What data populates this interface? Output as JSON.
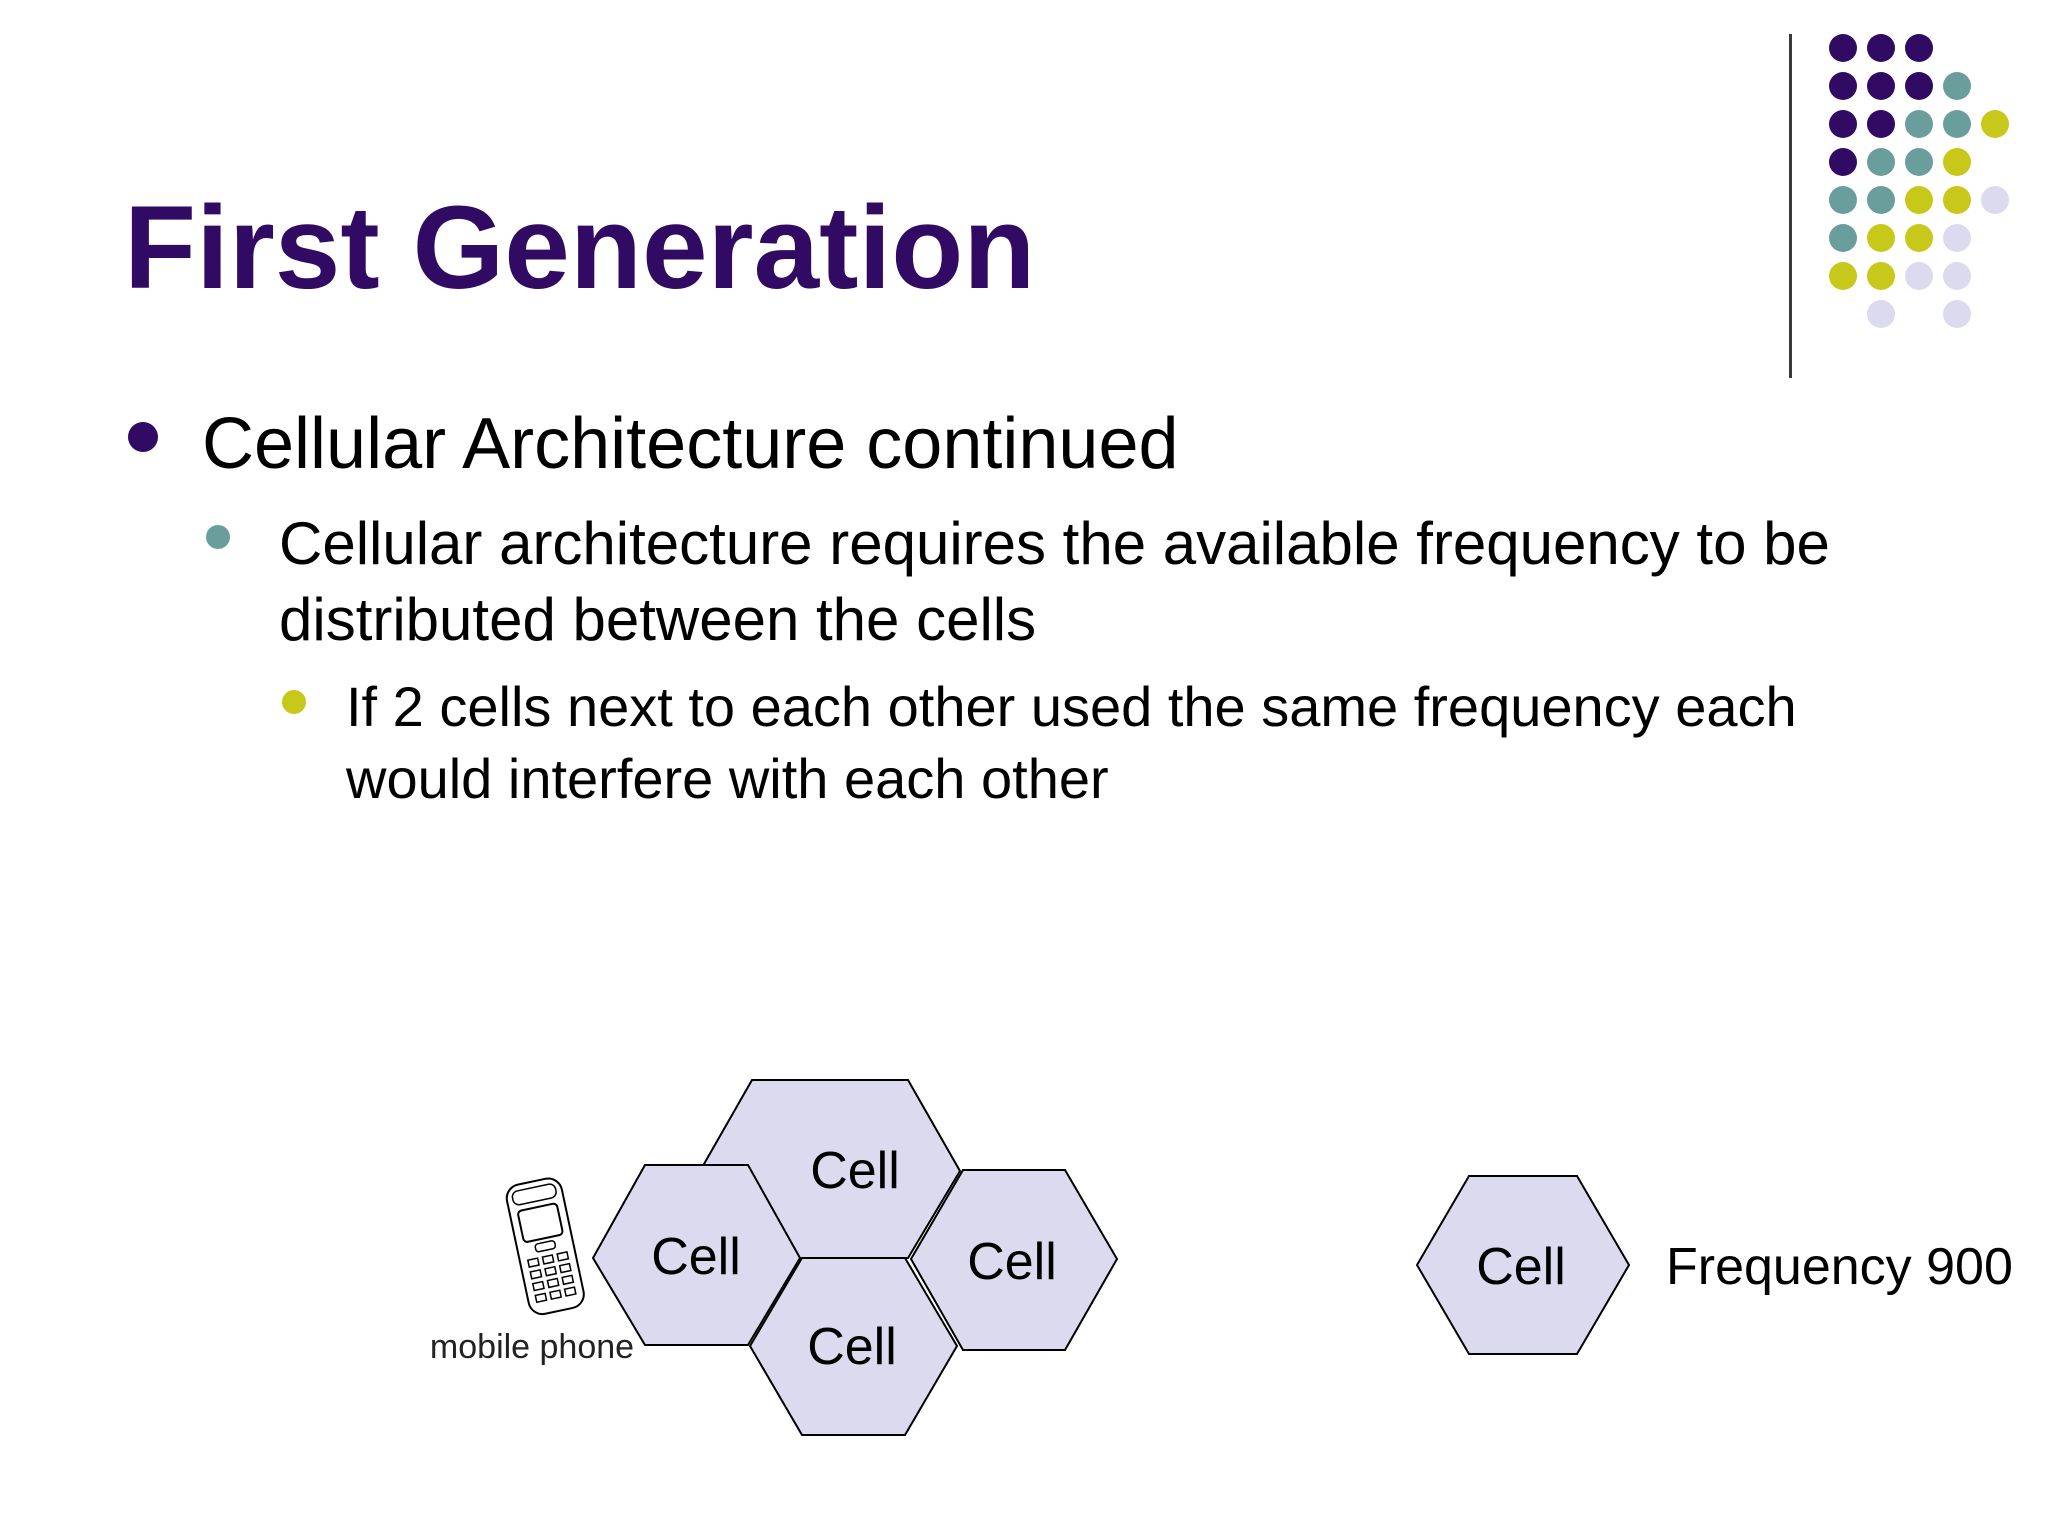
{
  "slide": {
    "title": "First Generation",
    "bullets": {
      "level1": "Cellular Architecture continued",
      "level2": [
        "Cellular architecture requires the available frequency to be",
        "distributed between the cells"
      ],
      "level3": [
        "If 2 cells next to each other used the same frequency each",
        "would interfere with each other"
      ]
    }
  },
  "diagram": {
    "cell_cluster": [
      "Cell",
      "Cell",
      "Cell",
      "Cell"
    ],
    "phone_label": "mobile phone",
    "single_cell": "Cell",
    "frequency_label": "Frequency 900"
  },
  "colors": {
    "title": "#300a63",
    "dot_purple": "#300a63",
    "dot_teal": "#6a9e9c",
    "dot_yellow": "#c8c81a",
    "dot_lavender": "#dcdaee",
    "hex_fill": "#dcdaee"
  }
}
